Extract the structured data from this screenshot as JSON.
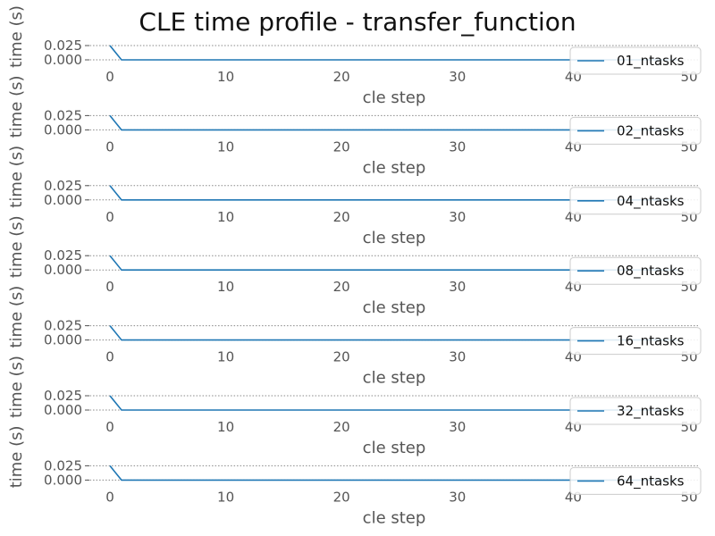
{
  "chart_data": {
    "type": "line",
    "title": "CLE time profile - transfer_function",
    "xlabel": "cle step",
    "ylabel": "time (s)",
    "xlim": [
      -2,
      50
    ],
    "ylim": [
      -0.003,
      0.03
    ],
    "x_ticks": [
      0,
      10,
      20,
      30,
      40,
      50
    ],
    "y_ticks": [
      0.0,
      0.025
    ],
    "grid": "y-dotted",
    "legend_placement": "right",
    "line_color": "#1f77b4",
    "subplots": [
      {
        "legend": "01_ntasks",
        "x": [
          0,
          1,
          2,
          3,
          4,
          5,
          6,
          7,
          8,
          9,
          10,
          11,
          12,
          13,
          14,
          15,
          16,
          17,
          18,
          19,
          20,
          21,
          22,
          23,
          24,
          25,
          26,
          27,
          28,
          29,
          30,
          31,
          32,
          33,
          34,
          35,
          36,
          37,
          38,
          39,
          40,
          41,
          42,
          43,
          44,
          45,
          46,
          47,
          48,
          49
        ],
        "y": [
          0.025,
          0.0,
          0.0,
          0.0,
          0.0,
          0.0,
          0.0,
          0.0,
          0.0,
          0.0,
          0.0,
          0.0,
          0.0,
          0.0,
          0.0,
          0.0,
          0.0,
          0.0,
          0.0,
          0.0,
          0.0,
          0.0,
          0.0,
          0.0,
          0.0,
          0.0,
          0.0,
          0.0,
          0.0,
          0.0,
          0.0,
          0.0,
          0.0,
          0.0,
          0.0,
          0.0,
          0.0,
          0.0,
          0.0,
          0.0,
          0.0,
          0.0,
          0.0,
          0.0,
          0.0,
          0.0,
          0.0,
          0.0,
          0.0,
          0.0
        ]
      },
      {
        "legend": "02_ntasks",
        "x": [
          0,
          1,
          2,
          3,
          4,
          5,
          6,
          7,
          8,
          9,
          10,
          11,
          12,
          13,
          14,
          15,
          16,
          17,
          18,
          19,
          20,
          21,
          22,
          23,
          24,
          25,
          26,
          27,
          28,
          29,
          30,
          31,
          32,
          33,
          34,
          35,
          36,
          37,
          38,
          39,
          40,
          41,
          42,
          43,
          44,
          45,
          46,
          47,
          48,
          49
        ],
        "y": [
          0.025,
          0.0,
          0.0,
          0.0,
          0.0,
          0.0,
          0.0,
          0.0,
          0.0,
          0.0,
          0.0,
          0.0,
          0.0,
          0.0,
          0.0,
          0.0,
          0.0,
          0.0,
          0.0,
          0.0,
          0.0,
          0.0,
          0.0,
          0.0,
          0.0,
          0.0,
          0.0,
          0.0,
          0.0,
          0.0,
          0.0,
          0.0,
          0.0,
          0.0,
          0.0,
          0.0,
          0.0,
          0.0,
          0.0,
          0.0,
          0.0,
          0.0,
          0.0,
          0.0,
          0.0,
          0.0,
          0.0,
          0.0,
          0.0,
          0.0
        ]
      },
      {
        "legend": "04_ntasks",
        "x": [
          0,
          1,
          2,
          3,
          4,
          5,
          6,
          7,
          8,
          9,
          10,
          11,
          12,
          13,
          14,
          15,
          16,
          17,
          18,
          19,
          20,
          21,
          22,
          23,
          24,
          25,
          26,
          27,
          28,
          29,
          30,
          31,
          32,
          33,
          34,
          35,
          36,
          37,
          38,
          39,
          40,
          41,
          42,
          43,
          44,
          45,
          46,
          47,
          48,
          49
        ],
        "y": [
          0.025,
          0.0,
          0.0,
          0.0,
          0.0,
          0.0,
          0.0,
          0.0,
          0.0,
          0.0,
          0.0,
          0.0,
          0.0,
          0.0,
          0.0,
          0.0,
          0.0,
          0.0,
          0.0,
          0.0,
          0.0,
          0.0,
          0.0,
          0.0,
          0.0,
          0.0,
          0.0,
          0.0,
          0.0,
          0.0,
          0.0,
          0.0,
          0.0,
          0.0,
          0.0,
          0.0,
          0.0,
          0.0,
          0.0,
          0.0,
          0.0,
          0.0,
          0.0,
          0.0,
          0.0,
          0.0,
          0.0,
          0.0,
          0.0,
          0.0
        ]
      },
      {
        "legend": "08_ntasks",
        "x": [
          0,
          1,
          2,
          3,
          4,
          5,
          6,
          7,
          8,
          9,
          10,
          11,
          12,
          13,
          14,
          15,
          16,
          17,
          18,
          19,
          20,
          21,
          22,
          23,
          24,
          25,
          26,
          27,
          28,
          29,
          30,
          31,
          32,
          33,
          34,
          35,
          36,
          37,
          38,
          39,
          40,
          41,
          42,
          43,
          44,
          45,
          46,
          47,
          48,
          49
        ],
        "y": [
          0.025,
          0.0,
          0.0,
          0.0,
          0.0,
          0.0,
          0.0,
          0.0,
          0.0,
          0.0,
          0.0,
          0.0,
          0.0,
          0.0,
          0.0,
          0.0,
          0.0,
          0.0,
          0.0,
          0.0,
          0.0,
          0.0,
          0.0,
          0.0,
          0.0,
          0.0,
          0.0,
          0.0,
          0.0,
          0.0,
          0.0,
          0.0,
          0.0,
          0.0,
          0.0,
          0.0,
          0.0,
          0.0,
          0.0,
          0.0,
          0.0,
          0.0,
          0.0,
          0.0,
          0.0,
          0.0,
          0.0,
          0.0,
          0.0,
          0.0
        ]
      },
      {
        "legend": "16_ntasks",
        "x": [
          0,
          1,
          2,
          3,
          4,
          5,
          6,
          7,
          8,
          9,
          10,
          11,
          12,
          13,
          14,
          15,
          16,
          17,
          18,
          19,
          20,
          21,
          22,
          23,
          24,
          25,
          26,
          27,
          28,
          29,
          30,
          31,
          32,
          33,
          34,
          35,
          36,
          37,
          38,
          39,
          40,
          41,
          42,
          43,
          44,
          45,
          46,
          47,
          48,
          49
        ],
        "y": [
          0.025,
          0.0,
          0.0,
          0.0,
          0.0,
          0.0,
          0.0,
          0.0,
          0.0,
          0.0,
          0.0,
          0.0,
          0.0,
          0.0,
          0.0,
          0.0,
          0.0,
          0.0,
          0.0,
          0.0,
          0.0,
          0.0,
          0.0,
          0.0,
          0.0,
          0.0,
          0.0,
          0.0,
          0.0,
          0.0,
          0.0,
          0.0,
          0.0,
          0.0,
          0.0,
          0.0,
          0.0,
          0.0,
          0.0,
          0.0,
          0.0,
          0.0,
          0.0,
          0.0,
          0.0,
          0.0,
          0.0,
          0.0,
          0.0,
          0.0
        ]
      },
      {
        "legend": "32_ntasks",
        "x": [
          0,
          1,
          2,
          3,
          4,
          5,
          6,
          7,
          8,
          9,
          10,
          11,
          12,
          13,
          14,
          15,
          16,
          17,
          18,
          19,
          20,
          21,
          22,
          23,
          24,
          25,
          26,
          27,
          28,
          29,
          30,
          31,
          32,
          33,
          34,
          35,
          36,
          37,
          38,
          39,
          40,
          41,
          42,
          43,
          44,
          45,
          46,
          47,
          48,
          49
        ],
        "y": [
          0.025,
          0.0,
          0.0,
          0.0,
          0.0,
          0.0,
          0.0,
          0.0,
          0.0,
          0.0,
          0.0,
          0.0,
          0.0,
          0.0,
          0.0,
          0.0,
          0.0,
          0.0,
          0.0,
          0.0,
          0.0,
          0.0,
          0.0,
          0.0,
          0.0,
          0.0,
          0.0,
          0.0,
          0.0,
          0.0,
          0.0,
          0.0,
          0.0,
          0.0,
          0.0,
          0.0,
          0.0,
          0.0,
          0.0,
          0.0,
          0.0,
          0.0,
          0.0,
          0.0,
          0.0,
          0.0,
          0.0,
          0.0,
          0.0,
          0.0
        ]
      },
      {
        "legend": "64_ntasks",
        "x": [
          0,
          1,
          2,
          3,
          4,
          5,
          6,
          7,
          8,
          9,
          10,
          11,
          12,
          13,
          14,
          15,
          16,
          17,
          18,
          19,
          20,
          21,
          22,
          23,
          24,
          25,
          26,
          27,
          28,
          29,
          30,
          31,
          32,
          33,
          34,
          35,
          36,
          37,
          38,
          39,
          40,
          41,
          42,
          43,
          44,
          45,
          46,
          47,
          48,
          49
        ],
        "y": [
          0.025,
          0.0,
          0.0,
          0.0,
          0.0,
          0.0,
          0.0,
          0.0,
          0.0,
          0.0,
          0.0,
          0.0,
          0.0,
          0.0,
          0.0,
          0.0,
          0.0,
          0.0,
          0.0,
          0.0,
          0.0,
          0.0,
          0.0,
          0.0,
          0.0,
          0.0,
          0.0,
          0.0,
          0.0,
          0.0,
          0.0,
          0.0,
          0.0,
          0.0,
          0.0,
          0.0,
          0.0,
          0.0,
          0.0,
          0.0,
          0.0,
          0.0,
          0.0,
          0.0,
          0.0,
          0.0,
          0.0,
          0.0,
          0.0,
          0.0
        ]
      }
    ]
  }
}
